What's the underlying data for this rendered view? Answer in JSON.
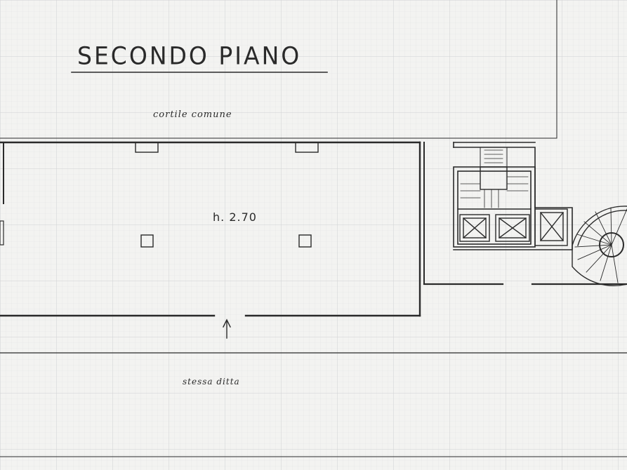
{
  "title": "SECONDO PIANO",
  "labels": {
    "courtyard": "cortile comune",
    "room_height": "h. 2.70",
    "adjacent": "stessa ditta"
  },
  "colors": {
    "paper": "#f3f3f1",
    "grid": "#d4d6d8",
    "ink": "#2a2a2a"
  }
}
